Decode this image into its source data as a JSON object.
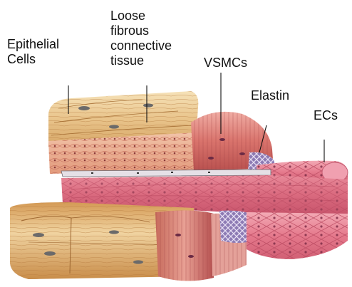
{
  "labels": {
    "epithelial": [
      "Epithelial",
      "Cells"
    ],
    "loose": [
      "Loose",
      "fibrous",
      "connective",
      "tissue"
    ],
    "vsmcs": [
      "VSMCs"
    ],
    "elastin": [
      "Elastin"
    ],
    "ecs": [
      "ECs"
    ]
  },
  "colors": {
    "adventitia_light": "#f2d7a6",
    "adventitia_dark": "#c9934e",
    "fibrous": "#e7a98a",
    "muscle_light": "#e59a93",
    "muscle_dark": "#b5504f",
    "elastin": "#8d7bb4",
    "endothelium": "#e77a8c",
    "lumen": "#d96a7e",
    "nuclei": "#6b2a44"
  }
}
